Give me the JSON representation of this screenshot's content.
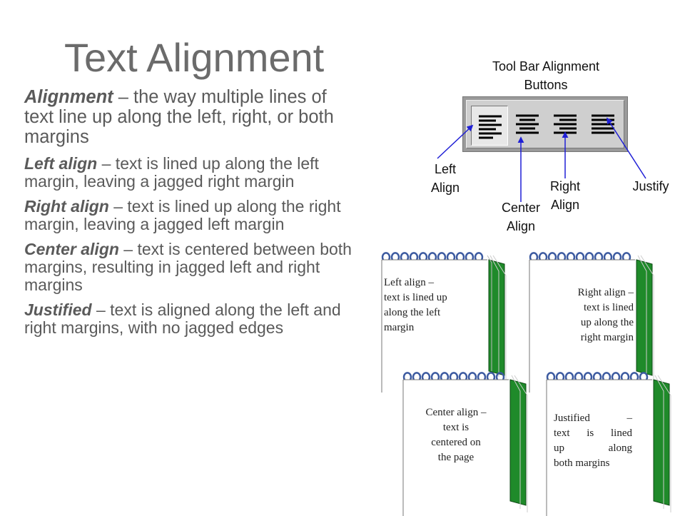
{
  "title": "Text Alignment",
  "bullets": [
    {
      "term": "Alignment",
      "rest": " – the way multiple lines of text line up along the left, right, or both margins"
    },
    {
      "term": "Left align",
      "rest": " – text is lined up along the left margin, leaving a jagged right margin"
    },
    {
      "term": "Right align",
      "rest": " – text is lined up along the right margin, leaving a jagged left margin"
    },
    {
      "term": "Center align",
      "rest": " – text is centered between both margins, resulting in jagged left and right margins"
    },
    {
      "term": "Justified",
      "rest": " – text is aligned along the left and right margins, with no jagged edges"
    }
  ],
  "diagram": {
    "title_line1": "Tool Bar Alignment",
    "title_line2": "Buttons",
    "labels": {
      "left": [
        "Left",
        "Align"
      ],
      "center": [
        "Center",
        "Align"
      ],
      "right": [
        "Right",
        "Align"
      ],
      "justify": "Justify"
    },
    "arrow_color": "#1f1fd6"
  },
  "notes": {
    "left": [
      "Left align –",
      "text is lined up",
      "along the left",
      "margin"
    ],
    "right": [
      "Right align –",
      "text is lined",
      "up along the",
      "right margin"
    ],
    "center": [
      "Center align –",
      "text is",
      "centered on",
      "the page"
    ],
    "justify": [
      [
        "Justified",
        "–"
      ],
      [
        "text",
        "is",
        "lined"
      ],
      [
        "up",
        "along"
      ],
      [
        "both margins"
      ]
    ]
  },
  "colors": {
    "note_binding": "#1f8a2a",
    "spiral": "#3c5aa0"
  }
}
